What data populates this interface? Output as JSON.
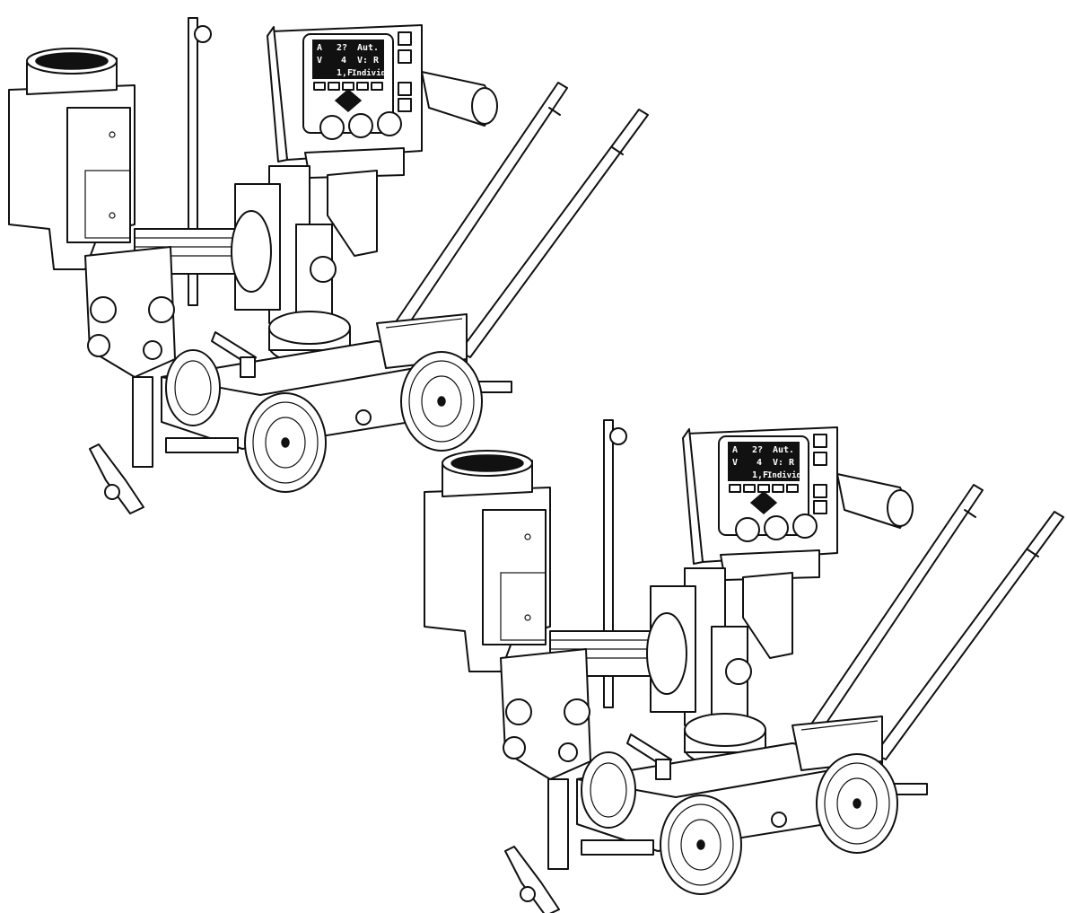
{
  "figure": {
    "machines": [
      {
        "id": "tractor-front-left",
        "display": {
          "row1": [
            "A",
            "2?",
            "Aut."
          ],
          "row2": [
            "V",
            "4",
            "V: R"
          ],
          "row3": [
            "",
            "1,F",
            "Individu"
          ]
        }
      },
      {
        "id": "tractor-back-right",
        "display": {
          "row1": [
            "A",
            "2?",
            "Aut."
          ],
          "row2": [
            "V",
            "4",
            "V: R"
          ],
          "row3": [
            "",
            "1,F",
            "Individu"
          ]
        }
      }
    ],
    "colors": {
      "line": "#111111",
      "background": "#ffffff",
      "lcd": "#111111"
    }
  }
}
